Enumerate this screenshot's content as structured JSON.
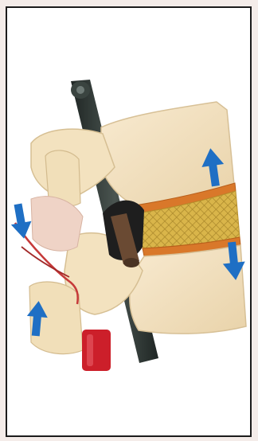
{
  "figure": {
    "subject": "spine-segment-model",
    "colors": {
      "bone": "#f3e2bf",
      "bone_shadow": "#d8c198",
      "endplate": "#d9782a",
      "disc_mesh": "#d5b13a",
      "rod": "#2b3330",
      "nerve_root": "#6a4a33",
      "artery": "#c63a3a",
      "marker": "#cc1f2a",
      "arrow": "#1f6fc4",
      "frame_border": "#1c1c1c",
      "page_background": "#f4ece9"
    },
    "arrows": [
      "upward-arrow",
      "downward-arrow",
      "downward-arrow",
      "upward-arrow"
    ]
  }
}
